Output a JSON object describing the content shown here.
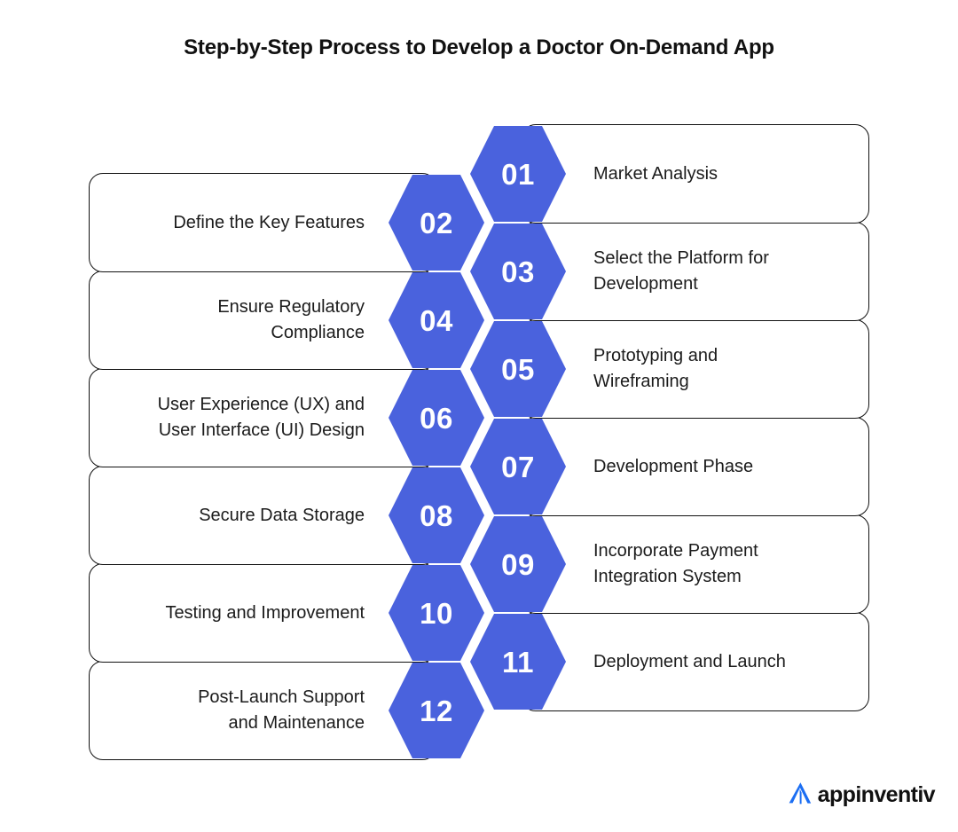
{
  "title": "Step-by-Step Process to Develop a Doctor On-Demand App",
  "colors": {
    "hex_blue": "#4a62dd",
    "card_border": "#111111",
    "text": "#1b1b1b",
    "background": "#ffffff",
    "logo_blue": "#1b6ef3"
  },
  "steps": [
    {
      "number": "01",
      "label": "Market Analysis",
      "side": "right"
    },
    {
      "number": "02",
      "label": "Define the Key Features",
      "side": "left"
    },
    {
      "number": "03",
      "label": "Select the Platform for\nDevelopment",
      "side": "right"
    },
    {
      "number": "04",
      "label": "Ensure Regulatory\nCompliance",
      "side": "left"
    },
    {
      "number": "05",
      "label": "Prototyping and\nWireframing",
      "side": "right"
    },
    {
      "number": "06",
      "label": "User Experience (UX) and\nUser Interface (UI) Design",
      "side": "left"
    },
    {
      "number": "07",
      "label": "Development Phase",
      "side": "right"
    },
    {
      "number": "08",
      "label": "Secure Data Storage",
      "side": "left"
    },
    {
      "number": "09",
      "label": "Incorporate Payment\nIntegration System",
      "side": "right"
    },
    {
      "number": "10",
      "label": "Testing and Improvement",
      "side": "left"
    },
    {
      "number": "11",
      "label": "Deployment and Launch",
      "side": "right"
    },
    {
      "number": "12",
      "label": "Post-Launch Support\nand Maintenance",
      "side": "left"
    }
  ],
  "logo": {
    "icon": "appinventiv-a-mark-icon",
    "text": "appinventiv"
  }
}
